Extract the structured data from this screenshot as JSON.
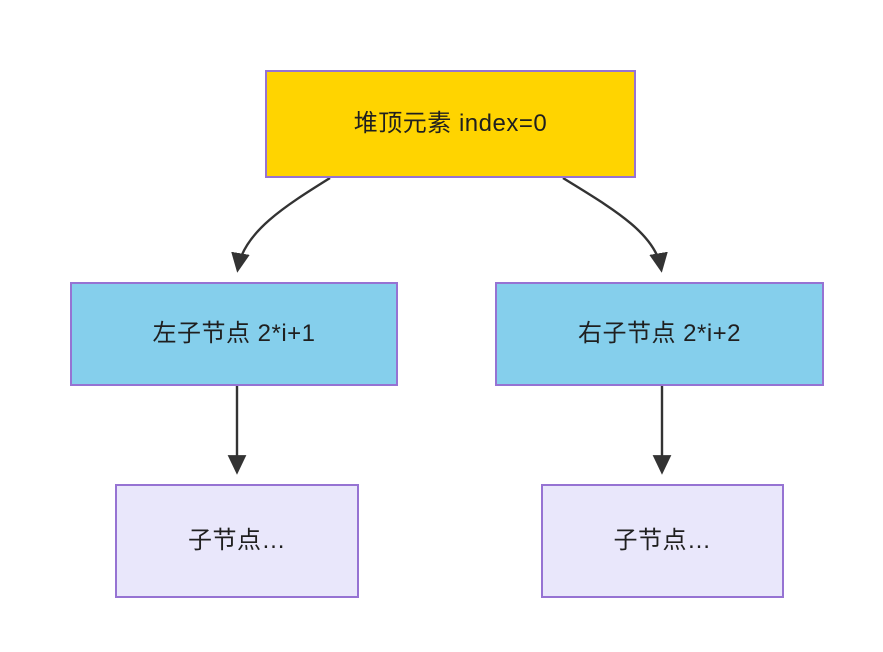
{
  "diagram": {
    "type": "tree",
    "title": "",
    "background_color": "#ffffff",
    "nodes": [
      {
        "id": "root",
        "label": "堆顶元素 index=0",
        "fill": "#ffd400",
        "border": "#9673d3",
        "text_color": "#1f1f1f",
        "level": 0
      },
      {
        "id": "left-child",
        "label": "左子节点 2*i+1",
        "fill": "#85cfec",
        "border": "#9673d3",
        "text_color": "#1f1f1f",
        "level": 1
      },
      {
        "id": "right-child",
        "label": "右子节点 2*i+2",
        "fill": "#85cfec",
        "border": "#9673d3",
        "text_color": "#1f1f1f",
        "level": 1
      },
      {
        "id": "left-leaf",
        "label": "子节点…",
        "fill": "#e9e7fb",
        "border": "#9673d3",
        "text_color": "#1f1f1f",
        "level": 2
      },
      {
        "id": "right-leaf",
        "label": "子节点…",
        "fill": "#e9e7fb",
        "border": "#9673d3",
        "text_color": "#1f1f1f",
        "level": 2
      }
    ],
    "edges": [
      {
        "id": "root-to-left",
        "from": "root",
        "to": "left-child",
        "style": "curved",
        "label": "",
        "color": "#333333"
      },
      {
        "id": "root-to-right",
        "from": "root",
        "to": "right-child",
        "style": "curved",
        "label": "",
        "color": "#333333"
      },
      {
        "id": "left-to-leaf",
        "from": "left-child",
        "to": "left-leaf",
        "style": "straight",
        "label": "",
        "color": "#333333"
      },
      {
        "id": "right-to-leaf",
        "from": "right-child",
        "to": "right-leaf",
        "style": "straight",
        "label": "",
        "color": "#333333"
      }
    ]
  }
}
